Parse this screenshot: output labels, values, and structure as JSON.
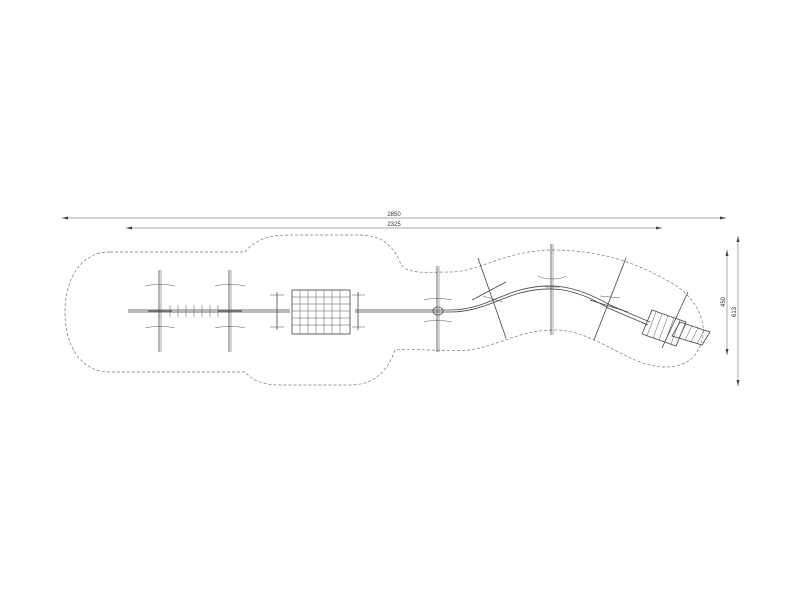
{
  "dimensions": {
    "overall_length": "2850",
    "inner_length": "2325",
    "inner_height": "450",
    "overall_height": "613"
  },
  "colors": {
    "line": "#444444",
    "background": "#ffffff"
  }
}
